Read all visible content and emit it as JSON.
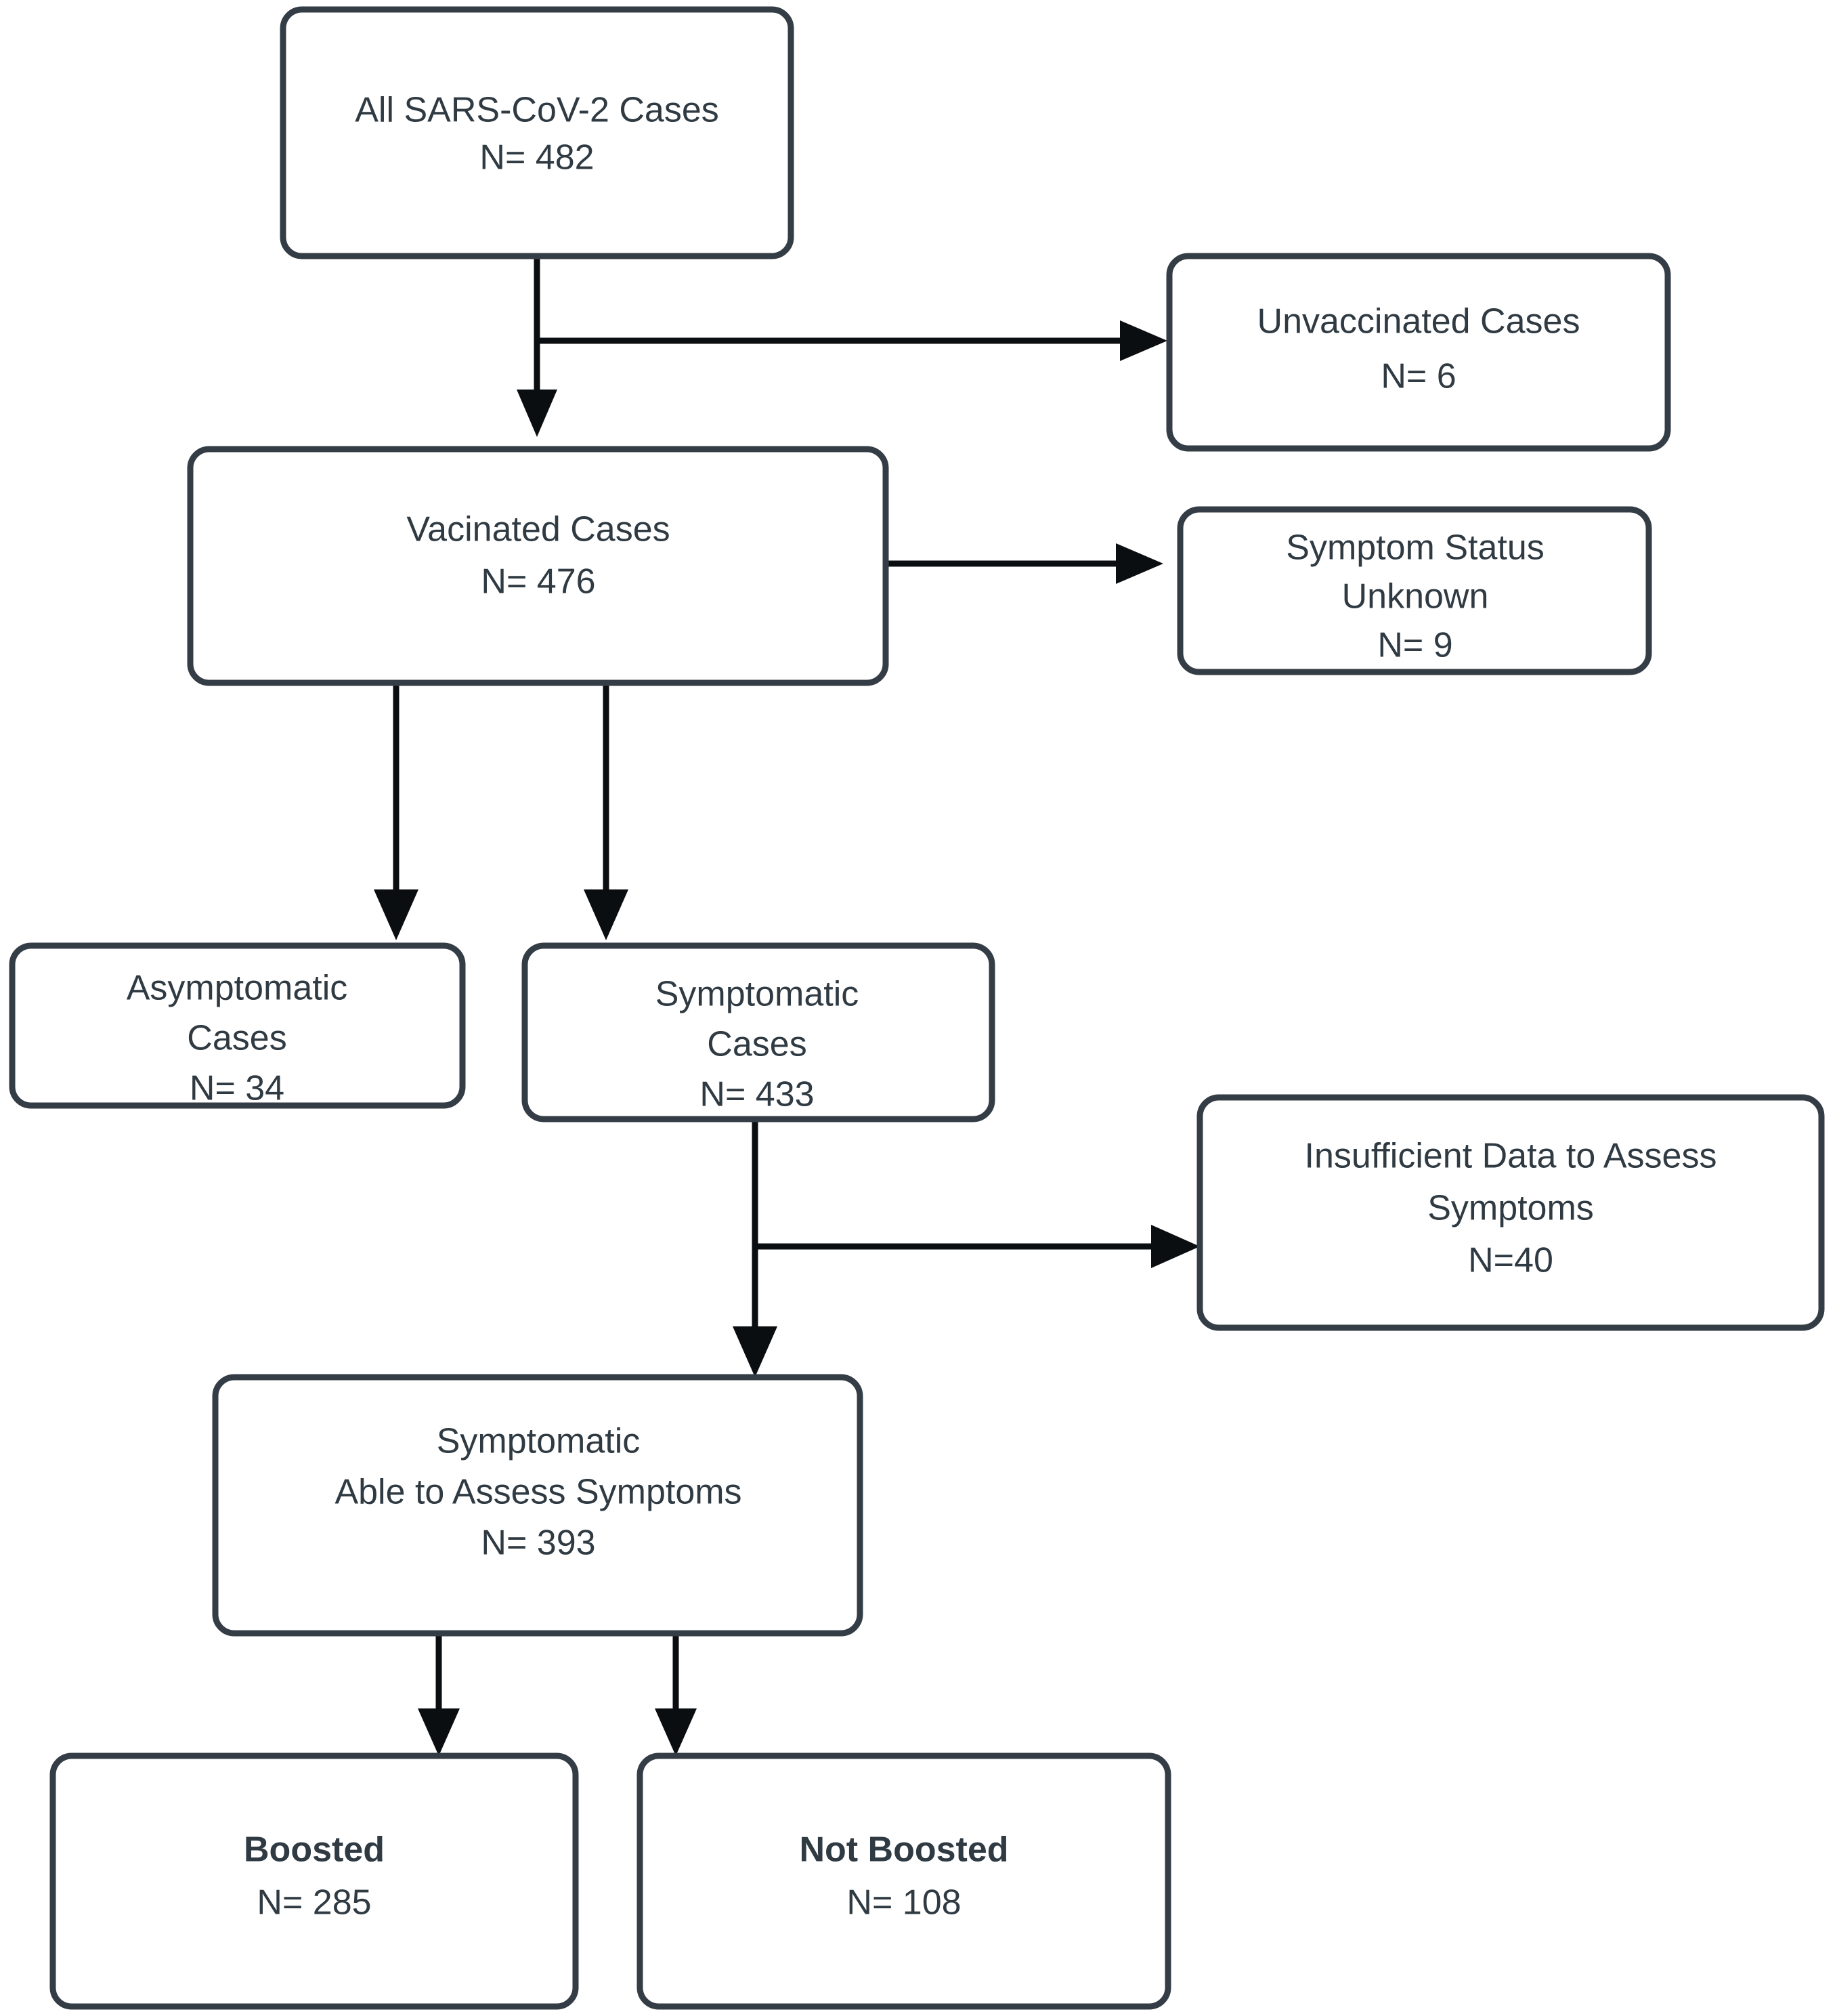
{
  "diagram": {
    "type": "flowchart",
    "title": "SARS-CoV-2 Case Selection Flow",
    "colors": {
      "box_border": "#343d46",
      "box_fill": "#ffffff",
      "arrow": "#0b0e11",
      "text": "#2f3a42",
      "background": "#ffffff"
    },
    "nodes": [
      {
        "id": "all-cases",
        "lines": [
          "All SARS-CoV-2 Cases",
          "N= 482"
        ],
        "bold_lines": [],
        "n": 482
      },
      {
        "id": "unvaccinated",
        "lines": [
          "Unvaccinated Cases",
          "N= 6"
        ],
        "bold_lines": [],
        "n": 6
      },
      {
        "id": "vaccinated",
        "lines": [
          "Vacinated Cases",
          "N= 476"
        ],
        "bold_lines": [],
        "n": 476
      },
      {
        "id": "symptom-status-unknown",
        "lines": [
          "Symptom Status",
          "Unknown",
          "N=  9"
        ],
        "bold_lines": [],
        "n": 9
      },
      {
        "id": "asymptomatic",
        "lines": [
          "Asymptomatic",
          "Cases",
          "N= 34"
        ],
        "bold_lines": [],
        "n": 34
      },
      {
        "id": "symptomatic",
        "lines": [
          "Symptomatic",
          "Cases",
          "N= 433"
        ],
        "bold_lines": [],
        "n": 433
      },
      {
        "id": "insufficient-data",
        "lines": [
          "Insufficient Data to Assess",
          "Symptoms",
          "N=40"
        ],
        "bold_lines": [],
        "n": 40
      },
      {
        "id": "symptomatic-assessable",
        "lines": [
          "Symptomatic",
          "Able to Assess Symptoms",
          "N= 393"
        ],
        "bold_lines": [],
        "n": 393
      },
      {
        "id": "boosted",
        "lines": [
          "Boosted",
          "N= 285"
        ],
        "bold_lines": [
          0
        ],
        "n": 285
      },
      {
        "id": "not-boosted",
        "lines": [
          "Not Boosted",
          "N=  108"
        ],
        "bold_lines": [
          0
        ],
        "n": 108
      }
    ],
    "edges": [
      {
        "from": "all-cases",
        "to": "vaccinated",
        "direction": "down"
      },
      {
        "from": "all-cases",
        "to": "unvaccinated",
        "direction": "right"
      },
      {
        "from": "vaccinated",
        "to": "symptom-status-unknown",
        "direction": "right"
      },
      {
        "from": "vaccinated",
        "to": "asymptomatic",
        "direction": "down"
      },
      {
        "from": "vaccinated",
        "to": "symptomatic",
        "direction": "down"
      },
      {
        "from": "symptomatic",
        "to": "insufficient-data",
        "direction": "right"
      },
      {
        "from": "symptomatic",
        "to": "symptomatic-assessable",
        "direction": "down"
      },
      {
        "from": "symptomatic-assessable",
        "to": "boosted",
        "direction": "down"
      },
      {
        "from": "symptomatic-assessable",
        "to": "not-boosted",
        "direction": "down"
      }
    ],
    "labels": {
      "node_all_cases_l0": "All SARS-CoV-2 Cases",
      "node_all_cases_l1": "N= 482",
      "node_unvaccinated_l0": "Unvaccinated Cases",
      "node_unvaccinated_l1": "N= 6",
      "node_vaccinated_l0": "Vacinated Cases",
      "node_vaccinated_l1": "N= 476",
      "node_unknown_l0": "Symptom Status",
      "node_unknown_l1": "Unknown",
      "node_unknown_l2": "N=  9",
      "node_asymptomatic_l0": "Asymptomatic",
      "node_asymptomatic_l1": "Cases",
      "node_asymptomatic_l2": "N= 34",
      "node_symptomatic_l0": "Symptomatic",
      "node_symptomatic_l1": "Cases",
      "node_symptomatic_l2": "N= 433",
      "node_insufficient_l0": "Insufficient Data to Assess",
      "node_insufficient_l1": "Symptoms",
      "node_insufficient_l2": "N=40",
      "node_assessable_l0": "Symptomatic",
      "node_assessable_l1": "Able to Assess Symptoms",
      "node_assessable_l2": "N= 393",
      "node_boosted_l0": "Boosted",
      "node_boosted_l1": "N= 285",
      "node_not_boosted_l0": "Not Boosted",
      "node_not_boosted_l1": "N=  108"
    }
  }
}
